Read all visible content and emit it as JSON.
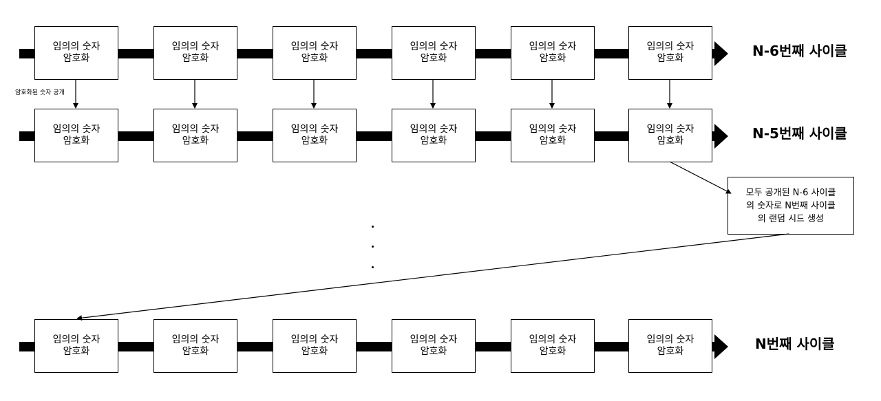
{
  "box_text": "임의의 숫자\n암호화",
  "rows": [
    {
      "label": "N-6번째 사이클",
      "boxes": 6
    },
    {
      "label": "N-5번째 사이클",
      "boxes": 6
    },
    {
      "label": "N번째 사이클",
      "boxes": 6
    }
  ],
  "reveal_note": "암호화된 숫자 공개",
  "seed_note": "모두 공개된 N-6 사이클\n의 숫자로 N번째 사이클\n의 랜덤 시드 생성",
  "ellipsis": "⋮",
  "colors": {
    "line": "#000000",
    "background": "#ffffff"
  }
}
